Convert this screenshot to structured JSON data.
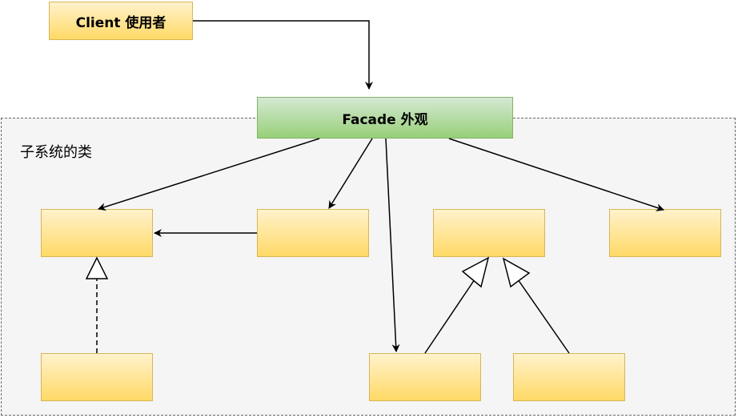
{
  "client": {
    "label": "Client 使用者"
  },
  "facade": {
    "label": "Facade 外观"
  },
  "subsystem": {
    "label": "子系统的类"
  },
  "colors": {
    "class_fill_top": "#fff2cc",
    "class_fill_bottom": "#ffd966",
    "class_stroke": "#d6b656",
    "facade_fill_top": "#d5e8d4",
    "facade_fill_bottom": "#97d077",
    "facade_stroke": "#82b366",
    "group_fill": "#f5f5f5",
    "group_stroke": "#666666",
    "edge": "#000000"
  }
}
